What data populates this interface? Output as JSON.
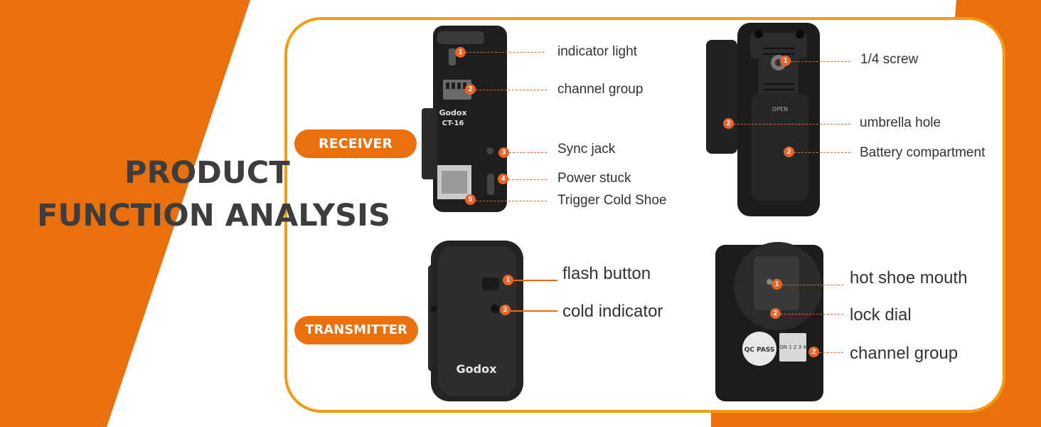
{
  "headline": {
    "line1": "PRODUCT",
    "line2": "FUNCTION ANALYSIS"
  },
  "sections": {
    "receiver": "RECEIVER",
    "transmitter": "TRANSMITTER"
  },
  "devices": {
    "brand": "Godox",
    "model": "CT-16",
    "dial_text": "OPEN",
    "qc_text": "QC PASS",
    "dip_text": "ON 1 2 3 4"
  },
  "receiver_front": {
    "labels": [
      "indicator light",
      "channel group",
      "Sync jack",
      "Power stuck",
      "Trigger Cold Shoe"
    ],
    "markers": [
      "1",
      "2",
      "3",
      "4",
      "5"
    ]
  },
  "receiver_back": {
    "labels": [
      "1/4 screw",
      "umbrella hole",
      "Battery compartment"
    ],
    "markers": [
      "1",
      "2",
      "2"
    ]
  },
  "transmitter_front": {
    "labels": [
      "flash button",
      "cold indicator"
    ],
    "markers": [
      "1",
      "2"
    ]
  },
  "transmitter_back": {
    "labels": [
      "hot shoe mouth",
      "lock dial",
      "channel group"
    ],
    "markers": [
      "1",
      "2",
      "2"
    ]
  },
  "colors": {
    "accent": "#e9700c",
    "panel_border": "#f29a12",
    "device_body": "#1f1f1f"
  }
}
